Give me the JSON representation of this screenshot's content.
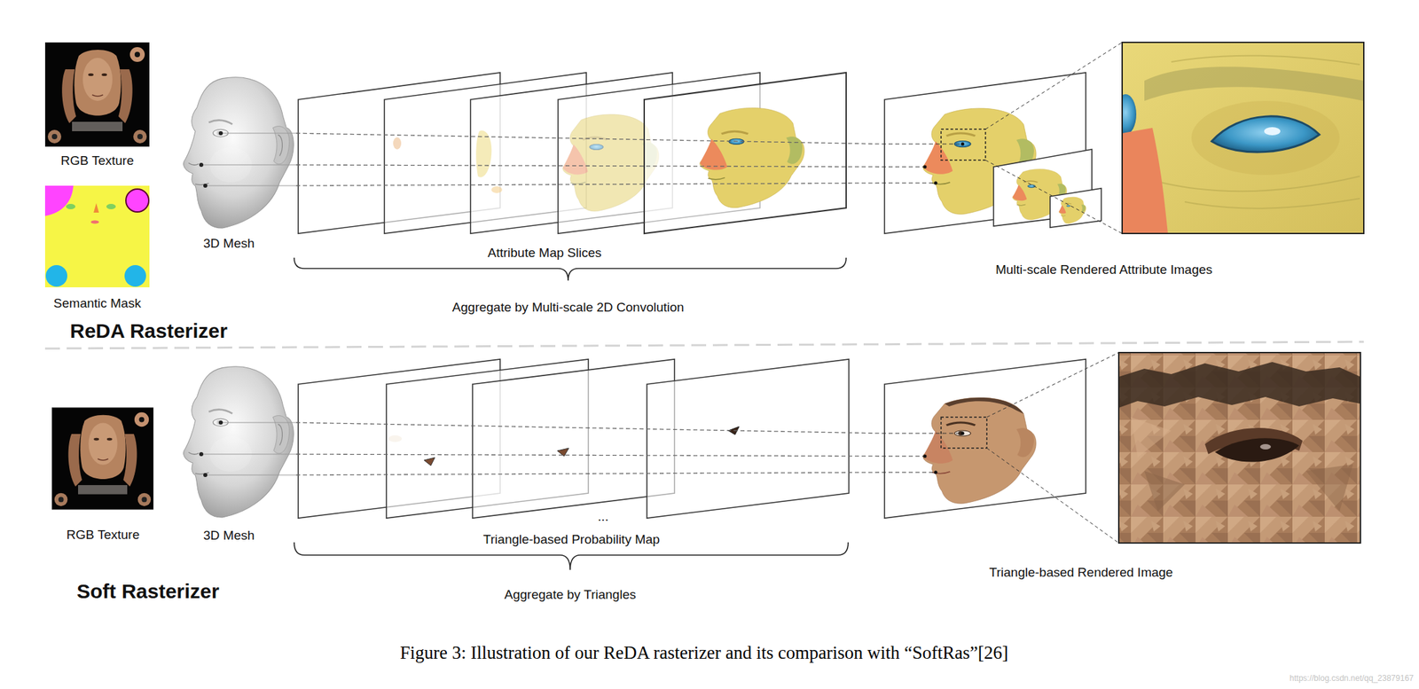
{
  "diagram": {
    "caption": "Figure 3: Illustration of our ReDA rasterizer and its comparison with “SoftRas”[26]",
    "nodes": [
      {
        "text": [
          "RGB Texture"
        ]
      },
      {
        "text": [
          "Semantic Mask"
        ]
      },
      {
        "text": [
          "3D Mesh"
        ]
      },
      {
        "text": [
          "Multi-scale Rendered Attribute Images"
        ]
      },
      {
        "text": [
          "RGB Texture"
        ]
      },
      {
        "text": [
          "3D Mesh"
        ]
      },
      {
        "text": [
          "Triangle-based Rendered Image"
        ]
      }
    ],
    "edges": [
      {
        "from": 2,
        "to": 3,
        "arrow": "none"
      },
      {
        "from": 2,
        "to": 3,
        "arrow": "none"
      },
      {
        "from": 2,
        "to": 3,
        "arrow": "none"
      },
      {
        "from": 5,
        "to": 6,
        "arrow": "none"
      },
      {
        "from": 5,
        "to": 6,
        "arrow": "none"
      },
      {
        "from": 5,
        "to": 6,
        "arrow": "none"
      }
    ],
    "labels": [
      "Attribute Map Slices",
      "Aggregate by Multi-scale 2D Convolution",
      "ReDA Rasterizer",
      "Triangle-based Probability Map",
      "...",
      "Aggregate by Triangles",
      "Soft Rasterizer",
      "https://blog.csdn.net/qq_23879167"
    ]
  }
}
